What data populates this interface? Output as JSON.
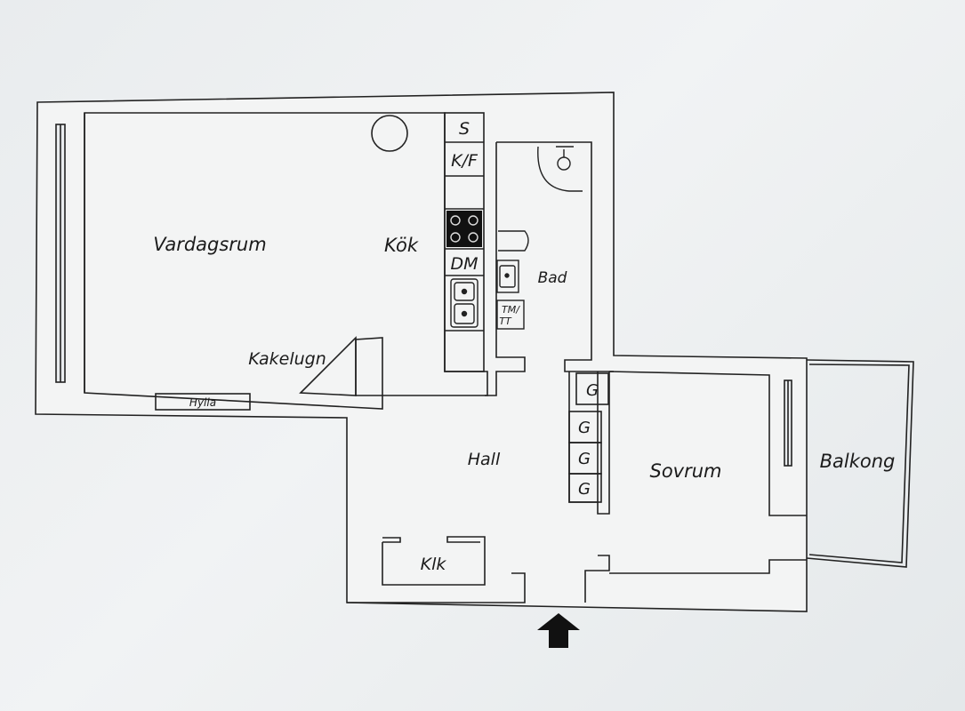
{
  "rooms": {
    "living": "Vardagsrum",
    "kitchen": "Kök",
    "bath": "Bad",
    "tiled_stove": "Kakelugn",
    "hall": "Hall",
    "bedroom": "Sovrum",
    "balcony": "Balkong",
    "closet": "Klk"
  },
  "fixtures": {
    "shelf": "Hylla",
    "stove_s": "S",
    "fridge_freezer": "K/F",
    "dishwasher": "DM",
    "washer_dryer_line1": "TM/",
    "washer_dryer_line2": "TT",
    "wardrobes": [
      "G",
      "G",
      "G",
      "G"
    ]
  },
  "colors": {
    "wall": "#222222",
    "floor": "#f3f4f4",
    "background": "#eceeef"
  },
  "icons": {
    "entrance": "entrance-arrow-icon",
    "cooktop": "cooktop-icon",
    "sink": "kitchen-sink-icon",
    "shower": "shower-icon",
    "toilet": "toilet-icon",
    "washbasin": "washbasin-icon",
    "column": "round-column-icon"
  }
}
